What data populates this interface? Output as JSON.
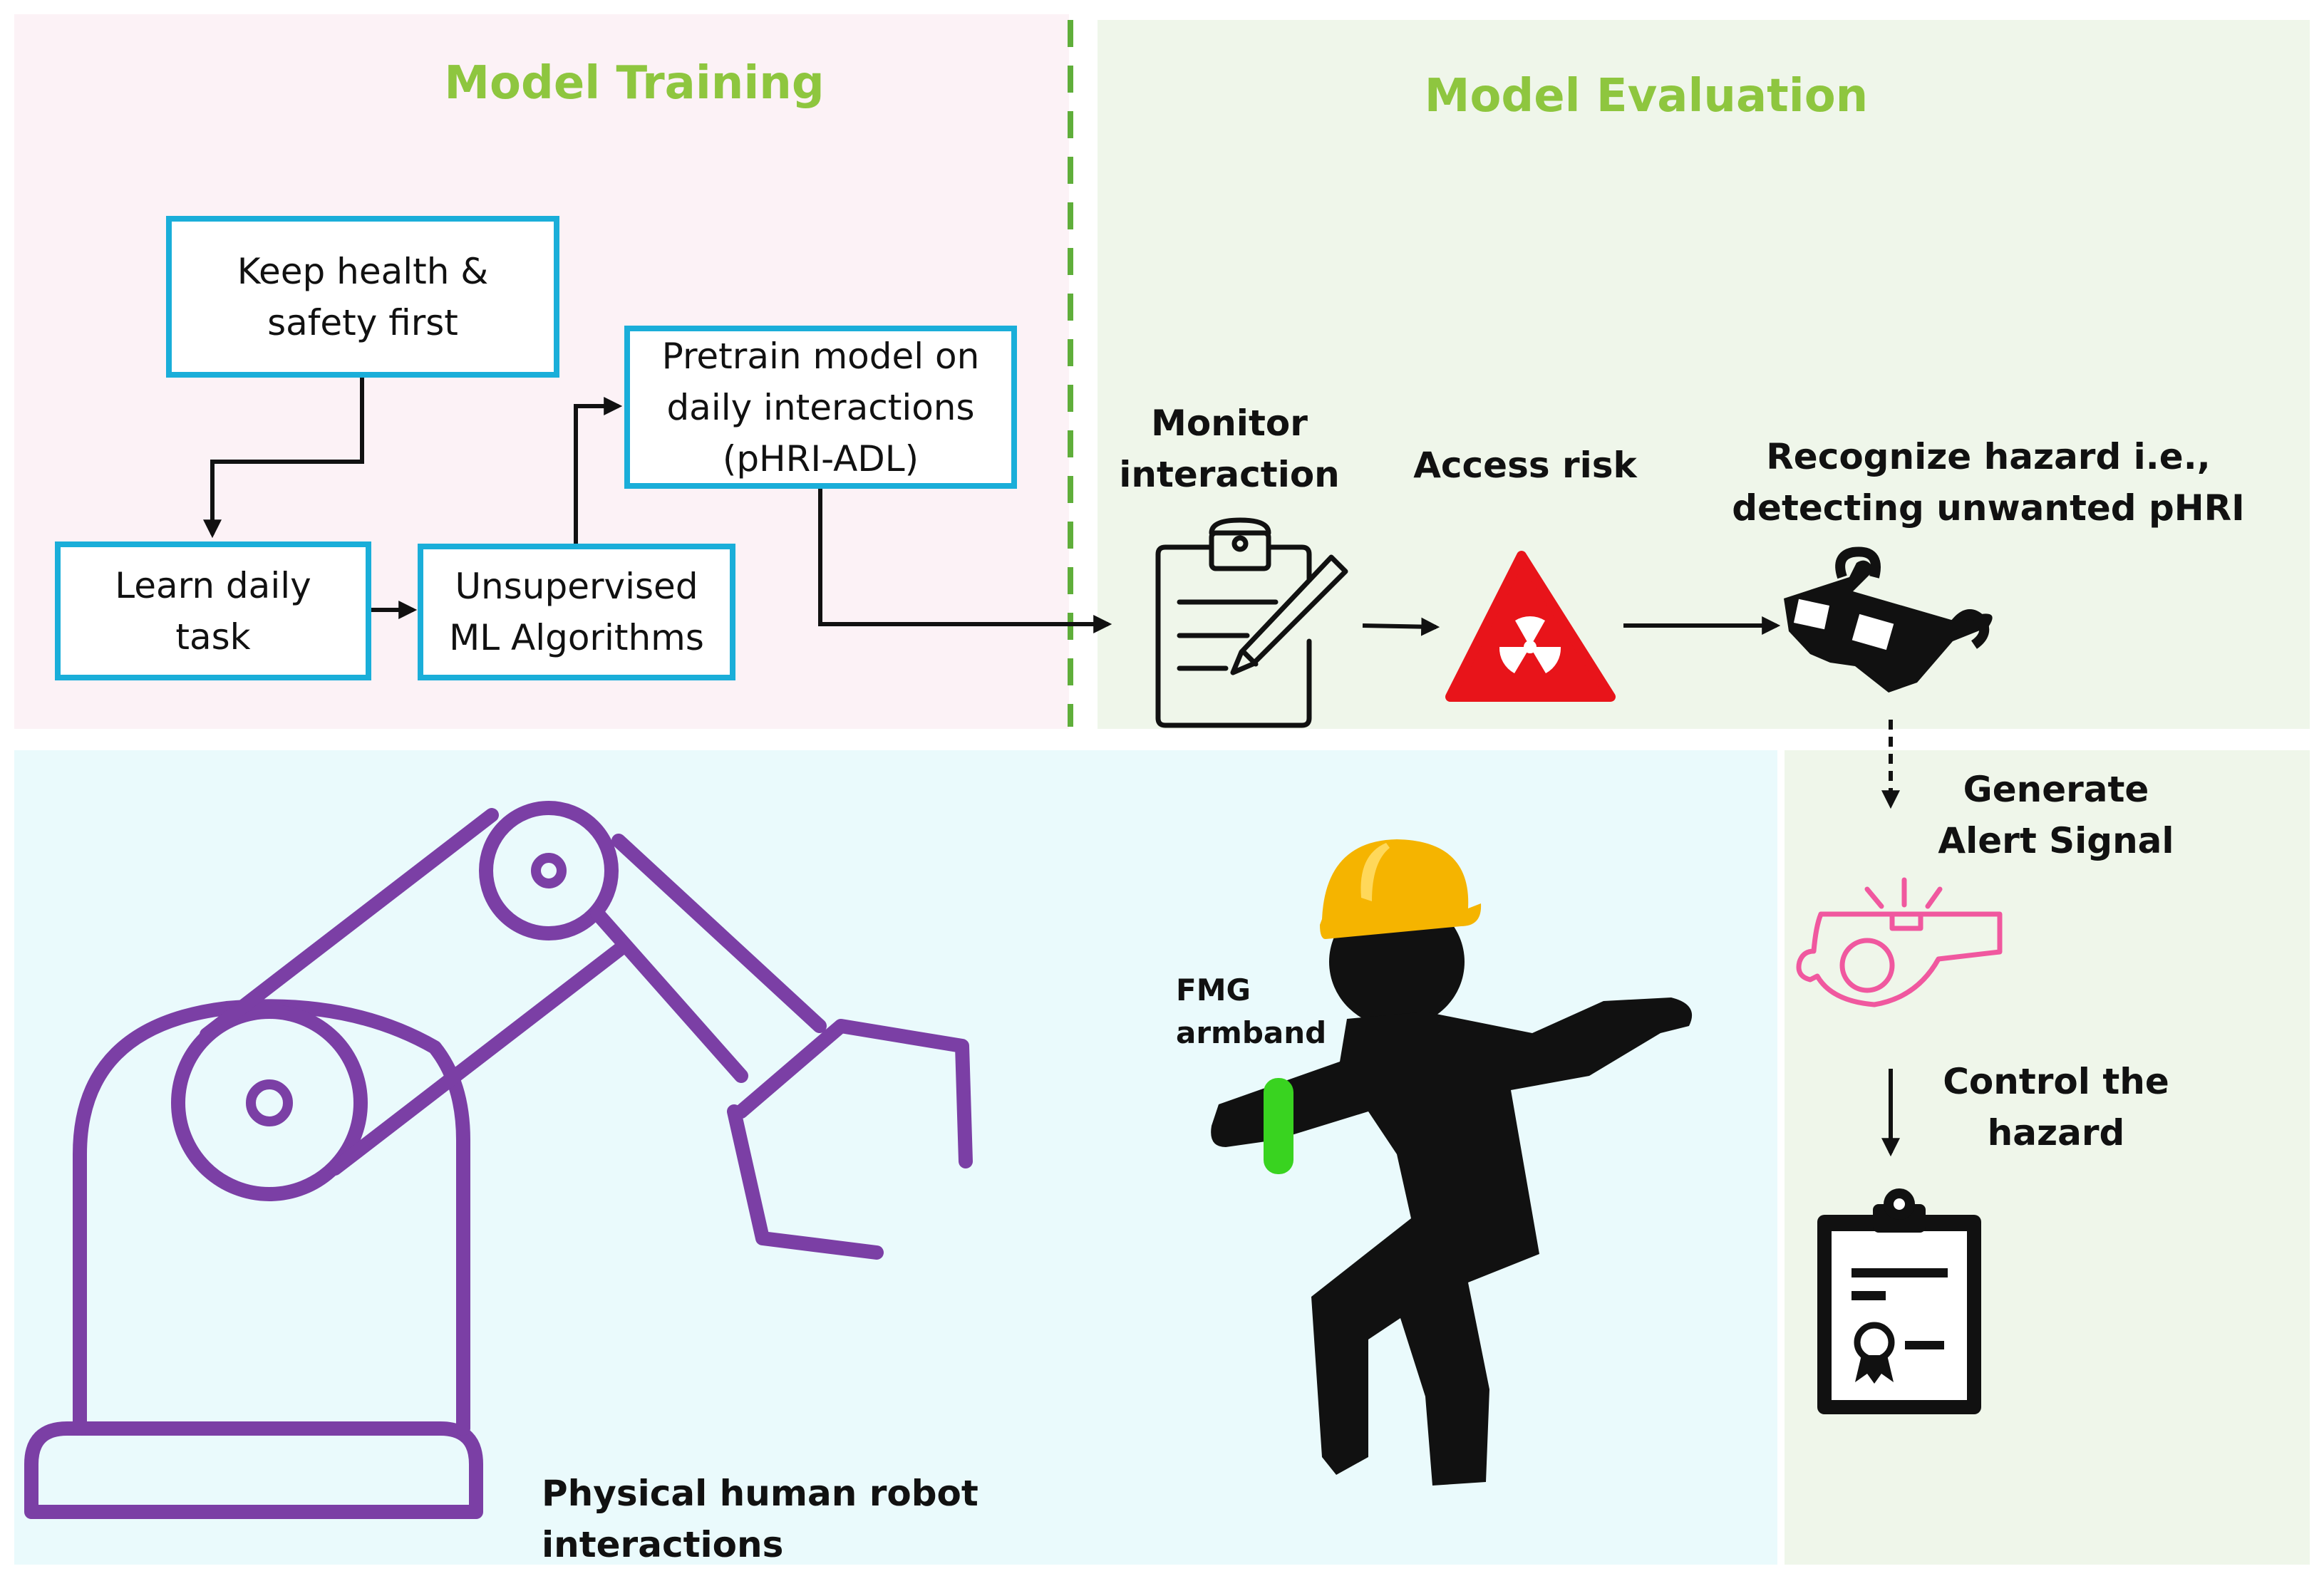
{
  "sections": {
    "training_title": "Model Training",
    "evaluation_title": "Model Evaluation"
  },
  "training_boxes": {
    "keep_health": "Keep health &\nsafety first",
    "learn_daily": "Learn daily\ntask",
    "unsupervised": "Unsupervised\nML Algorithms",
    "pretrain": "Pretrain model on\ndaily interactions\n(pHRI-ADL)"
  },
  "evaluation_steps": {
    "monitor": "Monitor\ninteraction",
    "access_risk": "Access  risk",
    "recognize": "Recognize hazard i.e.,\ndetecting unwanted pHRI",
    "generate_alert": "Generate\nAlert Signal",
    "control": "Control the\nhazard"
  },
  "scene": {
    "fmg_armband": "FMG\narmband",
    "caption": "Physical human robot interactions"
  },
  "colors": {
    "title_green": "#8ec63f",
    "box_border": "#1aaed9",
    "robot_purple": "#7b3fa5",
    "hazard_red": "#e8141a",
    "whistle_pink": "#f0589f",
    "armband_green": "#39d320",
    "helmet_yellow": "#f5b400"
  },
  "icons": [
    "clipboard-pencil-icon",
    "radiation-hazard-icon",
    "3d-glasses-icon",
    "whistle-icon",
    "certificate-clipboard-icon",
    "robot-arm-icon",
    "worker-icon"
  ]
}
